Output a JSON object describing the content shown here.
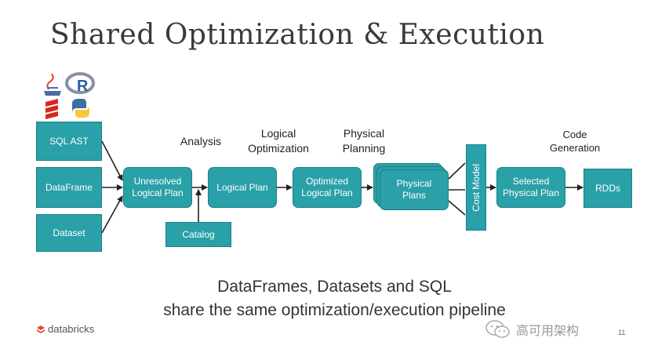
{
  "slide": {
    "title": "Shared Optimization & Execution",
    "caption_line1": "DataFrames, Datasets and SQL",
    "caption_line2": "share the same optimization/execution  pipeline",
    "logo_text": "databricks",
    "watermark_text": "高可用架构",
    "page_number": "11"
  },
  "inputs": [
    "SQL AST",
    "DataFrame",
    "Dataset"
  ],
  "stages": {
    "analysis": "Analysis",
    "logical_optimization_1": "Logical",
    "logical_optimization_2": "Optimization",
    "physical_planning_1": "Physical",
    "physical_planning_2": "Planning",
    "code_generation_1": "Code",
    "code_generation_2": "Generation"
  },
  "nodes": {
    "unresolved_1": "Unresolved",
    "unresolved_2": "Logical Plan",
    "logical_plan": "Logical Plan",
    "optimized_1": "Optimized",
    "optimized_2": "Logical Plan",
    "physical_1": "Physical",
    "physical_2": "Plans",
    "cost_model": "Cost Model",
    "selected_1": "Selected",
    "selected_2": "Physical Plan",
    "rdds": "RDDs",
    "catalog": "Catalog"
  },
  "colors": {
    "node_fill": "#2aa0a8",
    "node_border": "#1d7f86",
    "arrow": "#222222"
  },
  "icons": [
    "java-icon",
    "r-icon",
    "scala-icon",
    "python-icon"
  ]
}
